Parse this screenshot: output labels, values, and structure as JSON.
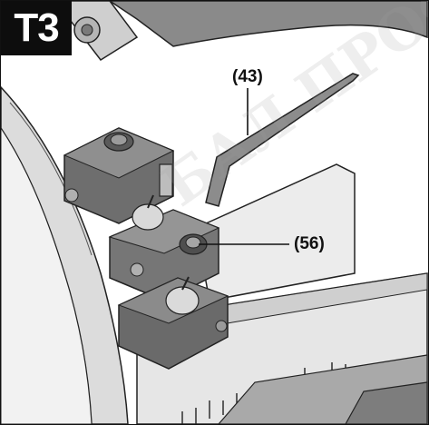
{
  "figure": {
    "step_label": "T3",
    "callouts": [
      {
        "id": "43",
        "label": "(43)",
        "part": "hex-key"
      },
      {
        "id": "56",
        "label": "(56)",
        "part": "clamping-screw"
      }
    ],
    "watermark_text": "БАЛ ПРОФ",
    "colors": {
      "tag_bg": "#0d0d0d",
      "tag_text": "#ffffff",
      "metal_dark": "#6f6f6f",
      "metal_mid": "#9a9a9a",
      "metal_light": "#d4d4d4",
      "rail": "#e9e9e9"
    }
  }
}
